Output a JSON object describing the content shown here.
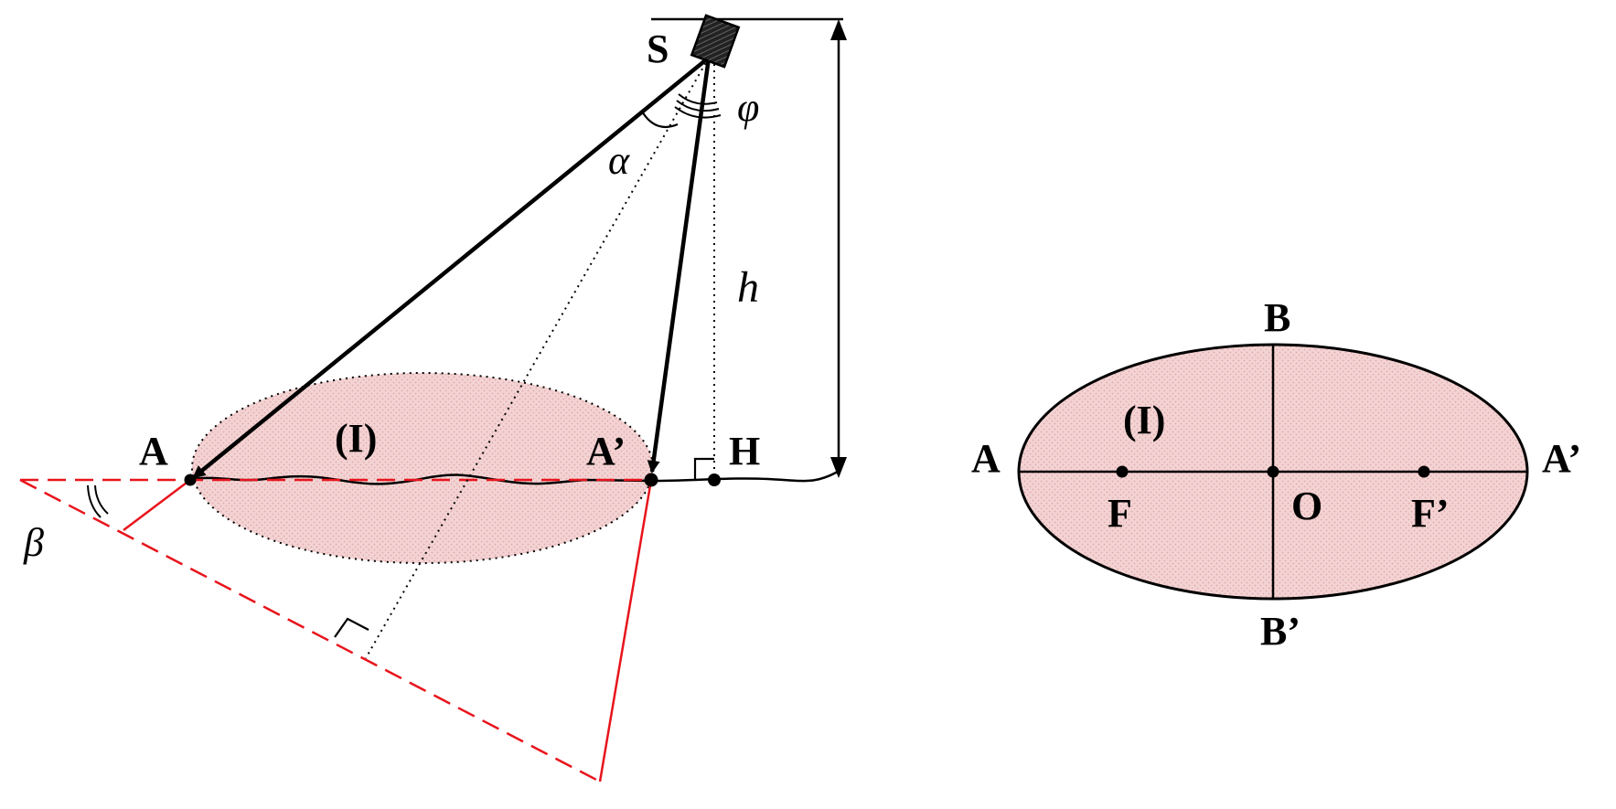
{
  "colors": {
    "ink": "#000000",
    "accent": "#e8141c",
    "fill": "#f3d3d3",
    "fill_dot": "#e4a9ab"
  },
  "left_figure": {
    "source_label": "S",
    "point_a_label": "A",
    "point_a_prime_label": "A’",
    "point_h_label": "H",
    "region_label": "(I)",
    "alpha_label": "α",
    "phi_label": "φ",
    "height_label": "h",
    "beta_label": "β",
    "source_icon": "hatched-square-source-icon"
  },
  "right_figure": {
    "vertex_a_label": "A",
    "vertex_a_prime_label": "A’",
    "vertex_b_label": "B",
    "vertex_b_prime_label": "B’",
    "center_label": "O",
    "focus_f_label": "F",
    "focus_f_prime_label": "F’",
    "region_label": "(I)"
  }
}
